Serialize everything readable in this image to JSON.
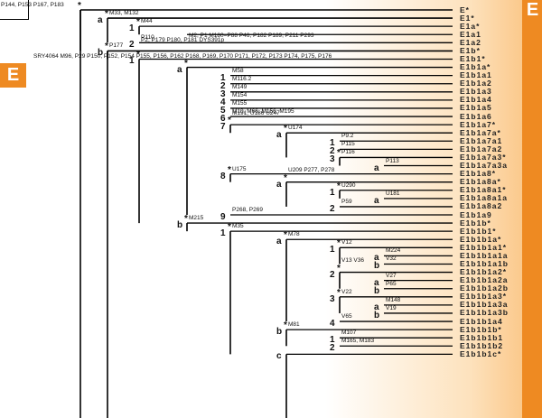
{
  "haplogroup": {
    "left_label": "E",
    "right_label": "E"
  },
  "top_left_markers": "P144, P153\nP167, P183",
  "root_markers": "SRY4064\nM96, P29\nP150, P152, P154\nP155, P156, P162\n\nP168, P169, P170\nP171, P172, P173\nP174, P175, P176",
  "tree": {
    "label": "E*",
    "children": [
      {
        "letter": "a",
        "markers": "M33, M132",
        "label": "E1*",
        "children": [
          {
            "letter": "1",
            "markers": "M44",
            "label": "E1a*",
            "children": [
              {
                "label": "E1a1"
              }
            ]
          },
          {
            "letter": "2",
            "markers": "P110",
            "label": "E1a2"
          }
        ]
      },
      {
        "letter": "b",
        "markers": "P177",
        "label": "E1b*",
        "children": [
          {
            "letter": "1",
            "markers": "P2, P179\nP180, P181\nDYS391p",
            "label": "E1b1*",
            "children": [
              {
                "letter": "a",
                "markers": "M2, P1\nM180=P88\nP46, P182\nP189, P211\nP293",
                "label": "E1b1a*",
                "children": [
                  {
                    "letter": "1",
                    "markers": "M58",
                    "label": "E1b1a1"
                  },
                  {
                    "letter": "2",
                    "markers": "M116.2",
                    "label": "E1b1a2"
                  },
                  {
                    "letter": "3",
                    "markers": "M149",
                    "label": "E1b1a3"
                  },
                  {
                    "letter": "4",
                    "markers": "M154",
                    "label": "E1b1a4"
                  },
                  {
                    "letter": "5",
                    "markers": "M155",
                    "label": "E1b1a5"
                  },
                  {
                    "letter": "6",
                    "markers": "M10, M66, M156, M195",
                    "label": "E1b1a6"
                  },
                  {
                    "letter": "7",
                    "markers": "M191, U186\nU247",
                    "label": "E1b1a7*",
                    "children": [
                      {
                        "letter": "a",
                        "markers": "U174",
                        "label": "E1b1a7a*",
                        "children": [
                          {
                            "letter": "1",
                            "markers": "P9.2",
                            "label": "E1b1a7a1"
                          },
                          {
                            "letter": "2",
                            "markers": "P115",
                            "label": "E1b1a7a2"
                          },
                          {
                            "letter": "3",
                            "markers": "P116",
                            "label": "E1b1a7a3*",
                            "children": [
                              {
                                "letter": "a",
                                "markers": "P113",
                                "label": "E1b1a7a3a"
                              }
                            ]
                          }
                        ]
                      }
                    ]
                  },
                  {
                    "letter": "8",
                    "markers": "U175",
                    "label": "E1b1a8*",
                    "children": [
                      {
                        "letter": "a",
                        "markers": "U209\nP277, P278",
                        "label": "E1b1a8a*",
                        "children": [
                          {
                            "letter": "1",
                            "markers": "U290",
                            "label": "E1b1a8a1*",
                            "children": [
                              {
                                "letter": "a",
                                "markers": "U181",
                                "label": "E1b1a8a1a"
                              }
                            ]
                          },
                          {
                            "letter": "2",
                            "markers": "P59",
                            "label": "E1b1a8a2"
                          }
                        ]
                      }
                    ]
                  },
                  {
                    "letter": "9",
                    "markers": "P268, P269",
                    "label": "E1b1a9"
                  }
                ]
              },
              {
                "letter": "b",
                "markers": "M215",
                "label": "E1b1b*",
                "children": [
                  {
                    "letter": "1",
                    "markers": "M35",
                    "label": "E1b1b1*",
                    "children": [
                      {
                        "letter": "a",
                        "markers": "M78",
                        "label": "E1b1b1a*",
                        "children": [
                          {
                            "letter": "1",
                            "markers": "V12",
                            "label": "E1b1b1a1*",
                            "children": [
                              {
                                "letter": "a",
                                "markers": "M224",
                                "label": "E1b1b1a1a"
                              },
                              {
                                "letter": "b",
                                "markers": "V32",
                                "label": "E1b1b1a1b"
                              }
                            ]
                          },
                          {
                            "letter": "2",
                            "markers": "V13\nV36",
                            "label": "E1b1b1a2*",
                            "children": [
                              {
                                "letter": "a",
                                "markers": "V27",
                                "label": "E1b1b1a2a"
                              },
                              {
                                "letter": "b",
                                "markers": "P65",
                                "label": "E1b1b1a2b"
                              }
                            ]
                          },
                          {
                            "letter": "3",
                            "markers": "V22",
                            "label": "E1b1b1a3*",
                            "children": [
                              {
                                "letter": "a",
                                "markers": "M148",
                                "label": "E1b1b1a3a"
                              },
                              {
                                "letter": "b",
                                "markers": "V19",
                                "label": "E1b1b1a3b"
                              }
                            ]
                          },
                          {
                            "letter": "4",
                            "markers": "V65",
                            "label": "E1b1b1a4"
                          }
                        ]
                      },
                      {
                        "letter": "b",
                        "markers": "M81",
                        "label": "E1b1b1b*",
                        "children": [
                          {
                            "letter": "1",
                            "markers": "M107",
                            "label": "E1b1b1b1"
                          },
                          {
                            "letter": "2",
                            "markers": "M165, M183",
                            "label": "E1b1b1b2"
                          }
                        ]
                      },
                      {
                        "letter": "c",
                        "markers": "",
                        "label": "E1b1b1c*",
                        "children": []
                      }
                    ]
                  }
                ]
              }
            ]
          }
        ]
      }
    ]
  }
}
